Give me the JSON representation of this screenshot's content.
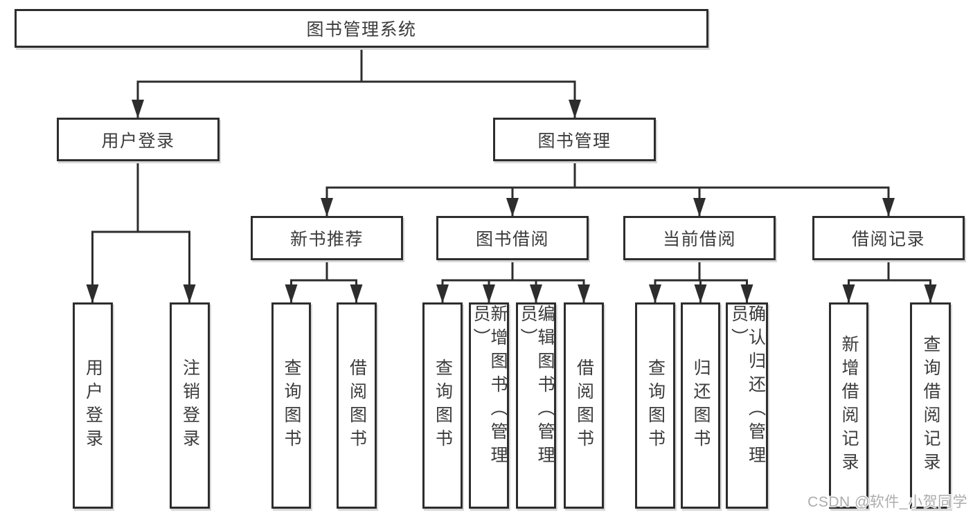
{
  "diagram": {
    "title": "图书管理系统",
    "type": "hierarchy-tree"
  },
  "colors": {
    "background": "#ffffff",
    "line": "#2d2d2d",
    "box_border": "#2d2d2d",
    "text": "#3b3b3b",
    "watermark": "#acacac"
  },
  "nodes": {
    "root": {
      "label": "图书管理系统"
    },
    "user_login": {
      "label": "用户登录"
    },
    "book_mgmt": {
      "label": "图书管理"
    },
    "leaf_user_login": {
      "label": "用户登录"
    },
    "leaf_logout": {
      "label": "注销登录"
    },
    "new_book_rec": {
      "label": "新书推荐"
    },
    "nb_query": {
      "label": "查询图书"
    },
    "nb_borrow": {
      "label": "借阅图书"
    },
    "book_borrow": {
      "label": "图书借阅"
    },
    "bb_query": {
      "label": "查询图书"
    },
    "bb_add": {
      "label": "新增图书（管理员）"
    },
    "bb_edit": {
      "label": "编辑图书（管理员）"
    },
    "bb_borrow": {
      "label": "借阅图书"
    },
    "current_borrow": {
      "label": "当前借阅"
    },
    "cb_query": {
      "label": "查询图书"
    },
    "cb_return": {
      "label": "归还图书"
    },
    "cb_confirm": {
      "label": "确认归还（管理员）"
    },
    "borrow_records": {
      "label": "借阅记录"
    },
    "br_add": {
      "label": "新增借阅记录"
    },
    "br_query": {
      "label": "查询借阅记录"
    }
  },
  "hierarchy": {
    "图书管理系统": [
      "用户登录",
      "图书管理"
    ],
    "用户登录": [
      "用户登录",
      "注销登录"
    ],
    "图书管理": [
      "新书推荐",
      "图书借阅",
      "当前借阅",
      "借阅记录"
    ],
    "新书推荐": [
      "查询图书",
      "借阅图书"
    ],
    "图书借阅": [
      "查询图书",
      "新增图书（管理员）",
      "编辑图书（管理员）",
      "借阅图书"
    ],
    "当前借阅": [
      "查询图书",
      "归还图书",
      "确认归还（管理员）"
    ],
    "借阅记录": [
      "新增借阅记录",
      "查询借阅记录"
    ]
  },
  "watermark": {
    "text": "CSDN @软件_小贺同学"
  }
}
